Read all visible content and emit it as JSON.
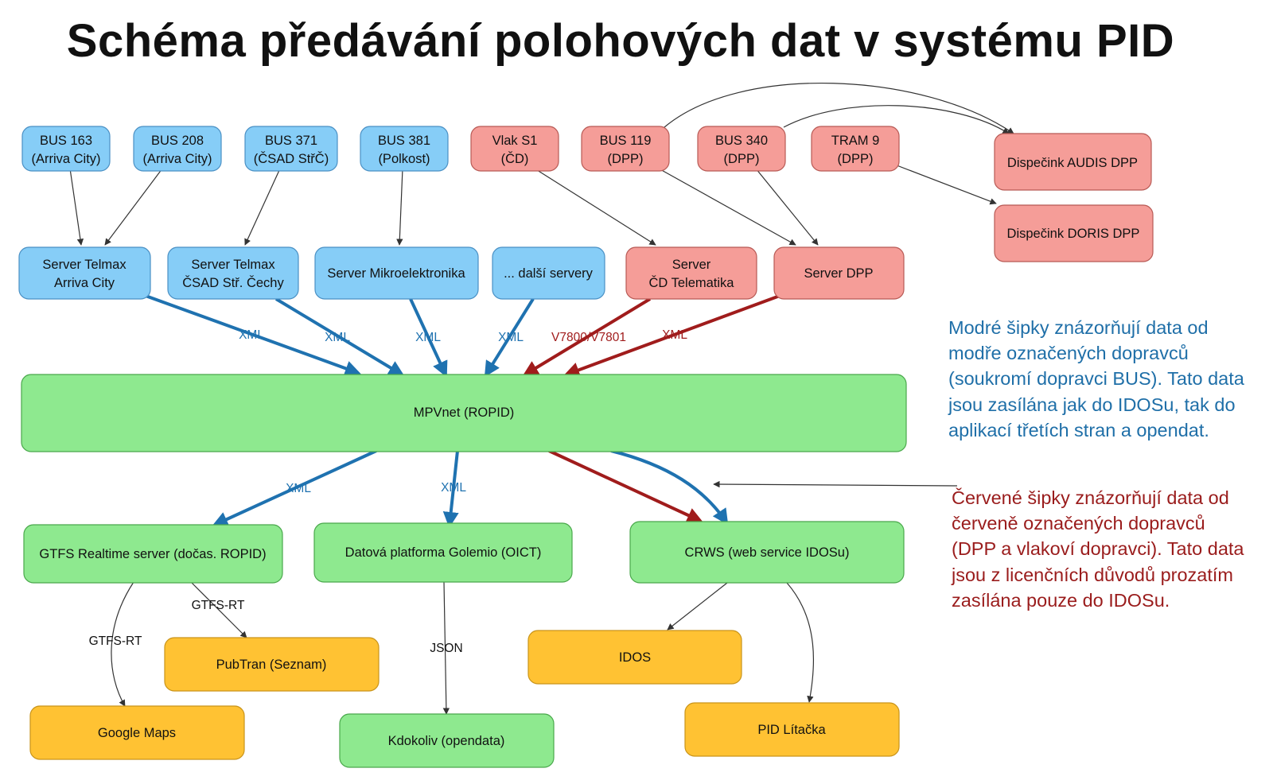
{
  "title": "Schéma předávání polohových dat v systému PID",
  "colors": {
    "blue_fill": "#86cdf7",
    "blue_stroke": "#4a90c4",
    "red_fill": "#f59d98",
    "red_stroke": "#b85a55",
    "green_fill": "#8ee98f",
    "green_stroke": "#4aa84c",
    "orange_fill": "#ffc233",
    "orange_stroke": "#c9941a",
    "blue_arrow": "#1f72b0",
    "red_arrow": "#a01c1c",
    "black_arrow": "#333333",
    "note_blue": "#1f6fa8",
    "note_red": "#9a1c1c"
  },
  "nodes": {
    "bus163": [
      "BUS 163",
      "(Arriva City)"
    ],
    "bus208": [
      "BUS 208",
      "(Arriva City)"
    ],
    "bus371": [
      "BUS 371",
      "(ČSAD StřČ)"
    ],
    "bus381": [
      "BUS 381",
      "(Polkost)"
    ],
    "vlaks1": [
      "Vlak S1",
      "(ČD)"
    ],
    "bus119": [
      "BUS 119",
      "(DPP)"
    ],
    "bus340": [
      "BUS 340",
      "(DPP)"
    ],
    "tram9": [
      "TRAM 9",
      "(DPP)"
    ],
    "audis": [
      "Dispečink AUDIS DPP"
    ],
    "doris": [
      "Dispečink DORIS DPP"
    ],
    "telmax_arriva": [
      "Server Telmax",
      "Arriva City"
    ],
    "telmax_csad": [
      "Server Telmax",
      "ČSAD Stř. Čechy"
    ],
    "mikro": [
      "Server Mikroelektronika"
    ],
    "dalsi": [
      "... další servery"
    ],
    "cd_tele": [
      "Server",
      "ČD Telematika"
    ],
    "dpp": [
      "Server DPP"
    ],
    "mpvnet": [
      "MPVnet (ROPID)"
    ],
    "gtfs": [
      "GTFS Realtime server (dočas. ROPID)"
    ],
    "golemio": [
      "Datová platforma Golemio (OICT)"
    ],
    "crws": [
      "CRWS (web service IDOSu)"
    ],
    "pubtran": [
      "PubTran (Seznam)"
    ],
    "google": [
      "Google Maps"
    ],
    "kdokoliv": [
      "Kdokoliv (opendata)"
    ],
    "idos": [
      "IDOS"
    ],
    "litacka": [
      "PID Lítačka"
    ]
  },
  "edge_labels": {
    "xml": "XML",
    "v7800": "V7800/V7801",
    "gtfsrt": "GTFS-RT",
    "json": "JSON"
  },
  "notes": {
    "blue": "Modré šipky znázorňují data od modře označených dopravců (soukromí dopravci BUS). Tato data jsou zasílána jak do IDOSu, tak do aplikací třetích stran a opendat.",
    "red": "Červené šipky znázorňují data od červeně označených dopravců (DPP a vlakoví dopravci). Tato data jsou z licenčních důvodů prozatím zasílána pouze do IDOSu."
  }
}
